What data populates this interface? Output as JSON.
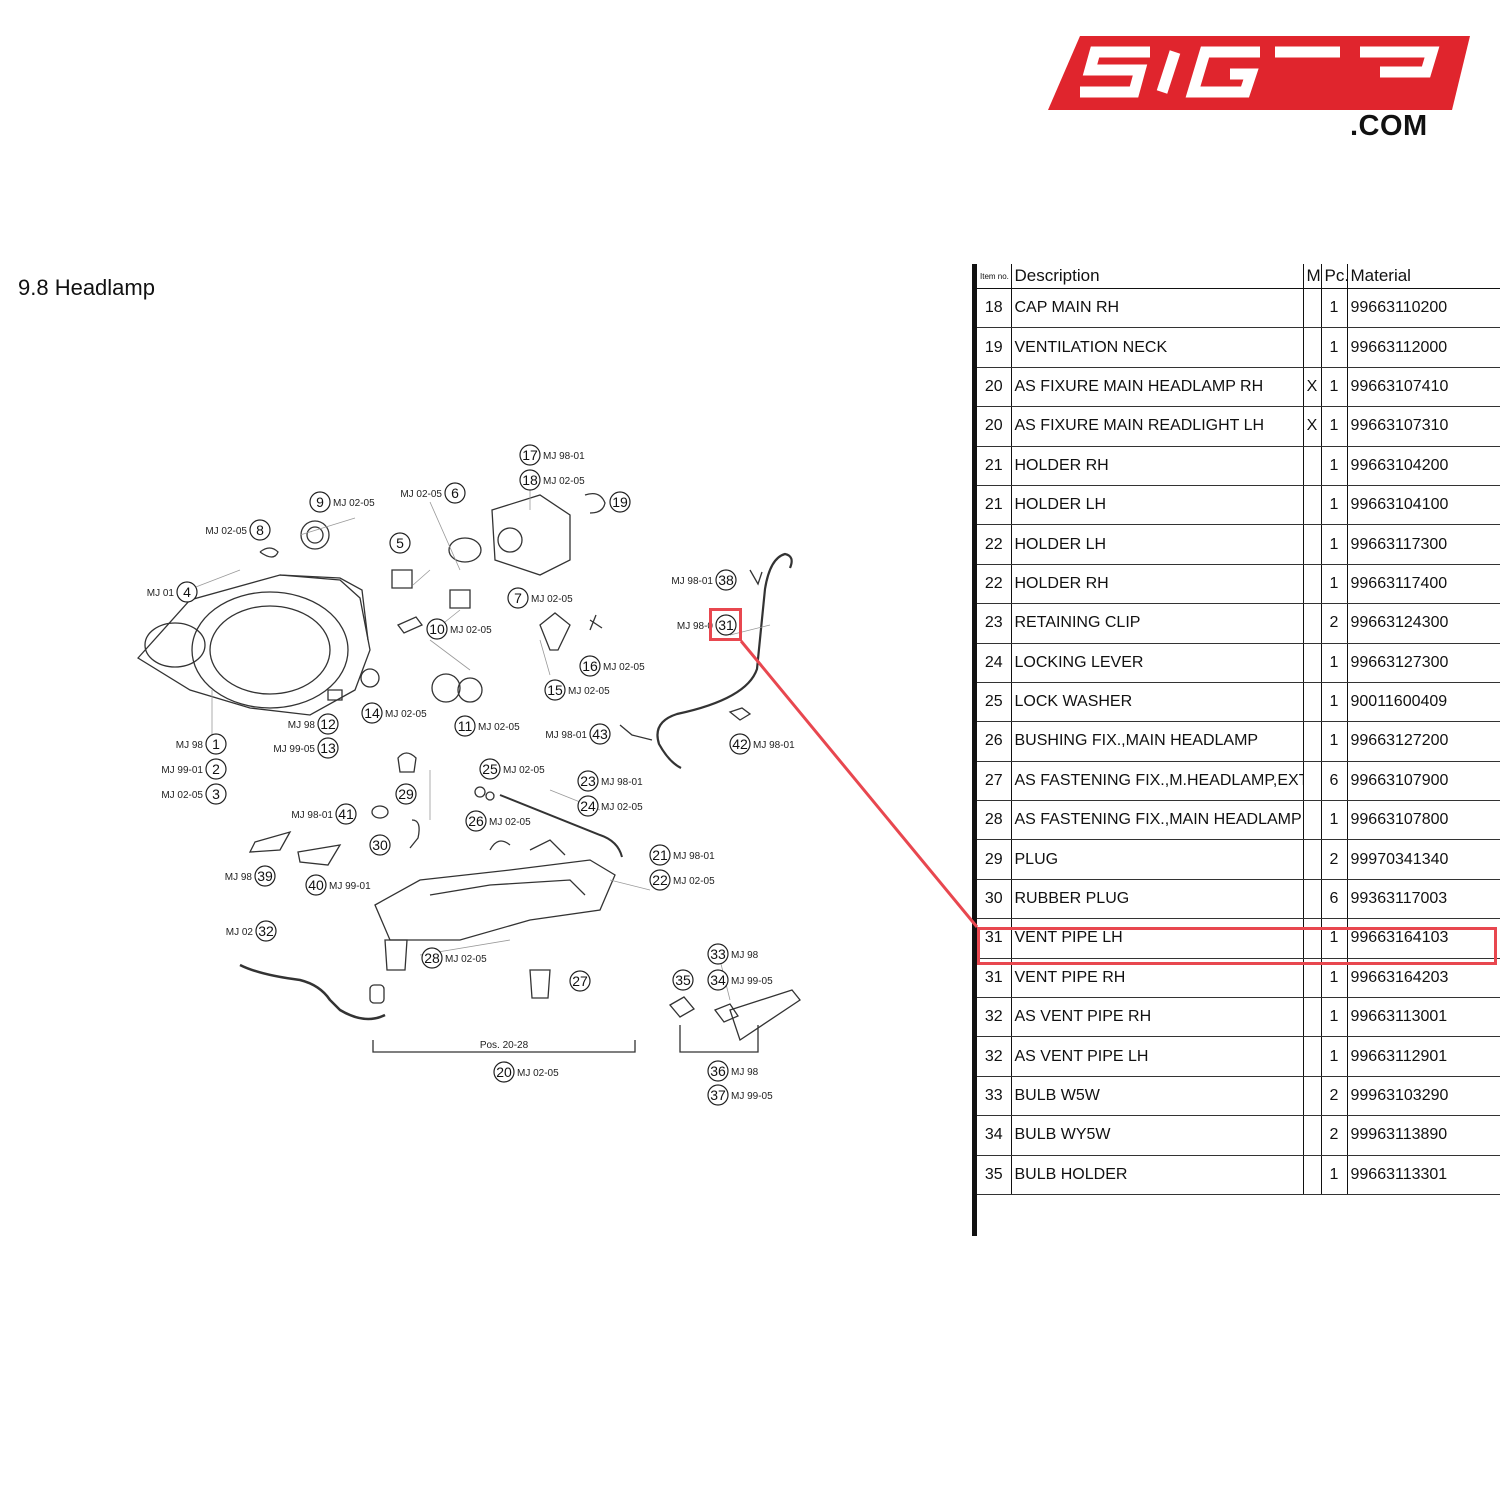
{
  "logo": {
    "text": "5IGT3",
    "suffix": ".COM",
    "color": "#e0252d"
  },
  "page": {
    "section_title": "9.8  Headlamp"
  },
  "colors": {
    "highlight": "#e8474f",
    "line": "#111111"
  },
  "diagram": {
    "callouts": [
      {
        "n": "17",
        "code": "MJ 98-01"
      },
      {
        "n": "18",
        "code": "MJ 02-05"
      },
      {
        "n": "19",
        "code": ""
      },
      {
        "n": "9",
        "code": "MJ 02-05"
      },
      {
        "n": "6",
        "code": "MJ 02-05"
      },
      {
        "n": "8",
        "code": "MJ 02-05"
      },
      {
        "n": "5",
        "code": ""
      },
      {
        "n": "4",
        "code": "MJ 01"
      },
      {
        "n": "7",
        "code": "MJ 02-05"
      },
      {
        "n": "38",
        "code": "MJ 98-01"
      },
      {
        "n": "31",
        "code": "MJ 98-0"
      },
      {
        "n": "10",
        "code": "MJ 02-05"
      },
      {
        "n": "16",
        "code": "MJ 02-05"
      },
      {
        "n": "15",
        "code": "MJ 02-05"
      },
      {
        "n": "14",
        "code": "MJ 02-05"
      },
      {
        "n": "12",
        "code": "MJ 98"
      },
      {
        "n": "13",
        "code": "MJ 99-05"
      },
      {
        "n": "11",
        "code": "MJ 02-05"
      },
      {
        "n": "43",
        "code": "MJ 98-01"
      },
      {
        "n": "42",
        "code": "MJ 98-01"
      },
      {
        "n": "1",
        "code": "MJ 98"
      },
      {
        "n": "2",
        "code": "MJ 99-01"
      },
      {
        "n": "3",
        "code": "MJ 02-05"
      },
      {
        "n": "25",
        "code": "MJ 02-05"
      },
      {
        "n": "29",
        "code": ""
      },
      {
        "n": "23",
        "code": "MJ 98-01"
      },
      {
        "n": "41",
        "code": "MJ 98-01"
      },
      {
        "n": "24",
        "code": "MJ 02-05"
      },
      {
        "n": "26",
        "code": "MJ 02-05"
      },
      {
        "n": "30",
        "code": ""
      },
      {
        "n": "21",
        "code": "MJ 98-01"
      },
      {
        "n": "39",
        "code": "MJ 98"
      },
      {
        "n": "40",
        "code": "MJ 99-01"
      },
      {
        "n": "22",
        "code": "MJ 02-05"
      },
      {
        "n": "32",
        "code": "MJ 02"
      },
      {
        "n": "33",
        "code": "MJ 98"
      },
      {
        "n": "28",
        "code": "MJ 02-05"
      },
      {
        "n": "27",
        "code": ""
      },
      {
        "n": "35",
        "code": ""
      },
      {
        "n": "34",
        "code": "MJ 99-05"
      },
      {
        "n": "36",
        "code": "MJ 98"
      },
      {
        "n": "37",
        "code": "MJ 99-05"
      },
      {
        "n": "20",
        "code": "MJ 02-05"
      }
    ],
    "pos_label": "Pos. 20-28"
  },
  "table": {
    "headers": {
      "item_no": "Item no.",
      "description": "Description",
      "m": "M",
      "pc": "Pc.",
      "material": "Material"
    },
    "rows": [
      {
        "item": "18",
        "desc": "CAP MAIN RH",
        "m": "",
        "pc": "1",
        "material": "99663110200"
      },
      {
        "item": "19",
        "desc": "VENTILATION NECK",
        "m": "",
        "pc": "1",
        "material": "99663112000"
      },
      {
        "item": "20",
        "desc": "AS FIXURE MAIN HEADLAMP RH",
        "m": "X",
        "pc": "1",
        "material": "99663107410"
      },
      {
        "item": "20",
        "desc": "AS FIXURE MAIN READLIGHT LH",
        "m": "X",
        "pc": "1",
        "material": "99663107310"
      },
      {
        "item": "21",
        "desc": "HOLDER RH",
        "m": "",
        "pc": "1",
        "material": "99663104200"
      },
      {
        "item": "21",
        "desc": "HOLDER LH",
        "m": "",
        "pc": "1",
        "material": "99663104100"
      },
      {
        "item": "22",
        "desc": "HOLDER LH",
        "m": "",
        "pc": "1",
        "material": "99663117300"
      },
      {
        "item": "22",
        "desc": "HOLDER RH",
        "m": "",
        "pc": "1",
        "material": "99663117400"
      },
      {
        "item": "23",
        "desc": "RETAINING CLIP",
        "m": "",
        "pc": "2",
        "material": "99663124300"
      },
      {
        "item": "24",
        "desc": "LOCKING LEVER",
        "m": "",
        "pc": "1",
        "material": "99663127300"
      },
      {
        "item": "25",
        "desc": "LOCK WASHER",
        "m": "",
        "pc": "1",
        "material": "90011600409"
      },
      {
        "item": "26",
        "desc": "BUSHING FIX.,MAIN HEADLAMP",
        "m": "",
        "pc": "1",
        "material": "99663127200"
      },
      {
        "item": "27",
        "desc": "AS FASTENING FIX.,M.HEADLAMP,EXT.",
        "m": "",
        "pc": "6",
        "material": "99663107900"
      },
      {
        "item": "28",
        "desc": "AS FASTENING FIX.,MAIN HEADLAMP",
        "m": "",
        "pc": "1",
        "material": "99663107800"
      },
      {
        "item": "29",
        "desc": "PLUG",
        "m": "",
        "pc": "2",
        "material": "99970341340"
      },
      {
        "item": "30",
        "desc": "RUBBER PLUG",
        "m": "",
        "pc": "6",
        "material": "99363117003"
      },
      {
        "item": "31",
        "desc": "VENT PIPE LH",
        "m": "",
        "pc": "1",
        "material": "99663164103"
      },
      {
        "item": "31",
        "desc": "VENT PIPE RH",
        "m": "",
        "pc": "1",
        "material": "99663164203"
      },
      {
        "item": "32",
        "desc": "AS VENT PIPE RH",
        "m": "",
        "pc": "1",
        "material": "99663113001"
      },
      {
        "item": "32",
        "desc": "AS VENT PIPE LH",
        "m": "",
        "pc": "1",
        "material": "99663112901"
      },
      {
        "item": "33",
        "desc": "BULB W5W",
        "m": "",
        "pc": "2",
        "material": "99963103290"
      },
      {
        "item": "34",
        "desc": "BULB WY5W",
        "m": "",
        "pc": "2",
        "material": "99963113890"
      },
      {
        "item": "35",
        "desc": "BULB HOLDER",
        "m": "",
        "pc": "1",
        "material": "99663113301"
      }
    ],
    "highlighted_row": 16
  }
}
